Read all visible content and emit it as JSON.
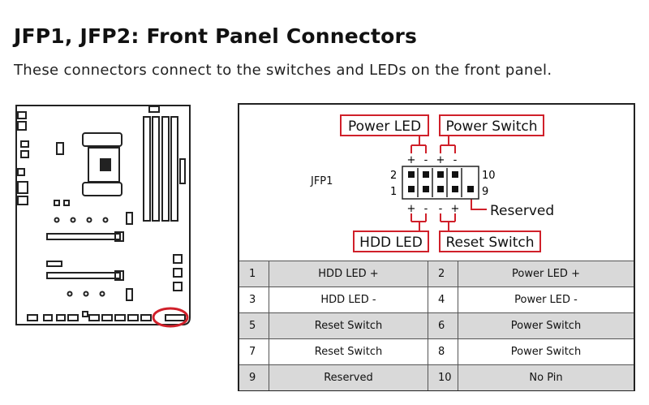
{
  "page": {
    "title": "JFP1, JFP2: Front Panel Connectors",
    "subtitle": "These connectors connect to the switches and LEDs on the front panel."
  },
  "diagram": {
    "connector_name": "JFP1",
    "labels": {
      "power_led": "Power LED",
      "power_switch": "Power Switch",
      "hdd_led": "HDD LED",
      "reset_switch": "Reset Switch",
      "reserved": "Reserved"
    },
    "pin_numbers": {
      "top_left": "2",
      "bottom_left": "1",
      "top_right": "10",
      "bottom_right": "9"
    },
    "polarity": {
      "plus": "+",
      "minus": "-"
    },
    "accent_color": "#d0202a"
  },
  "pin_table": [
    {
      "pin_a": "1",
      "signal_a": "HDD LED +",
      "pin_b": "2",
      "signal_b": "Power LED +"
    },
    {
      "pin_a": "3",
      "signal_a": "HDD LED -",
      "pin_b": "4",
      "signal_b": "Power LED -"
    },
    {
      "pin_a": "5",
      "signal_a": "Reset Switch",
      "pin_b": "6",
      "signal_b": "Power Switch"
    },
    {
      "pin_a": "7",
      "signal_a": "Reset Switch",
      "pin_b": "8",
      "signal_b": "Power Switch"
    },
    {
      "pin_a": "9",
      "signal_a": "Reserved",
      "pin_b": "10",
      "signal_b": "No Pin"
    }
  ]
}
